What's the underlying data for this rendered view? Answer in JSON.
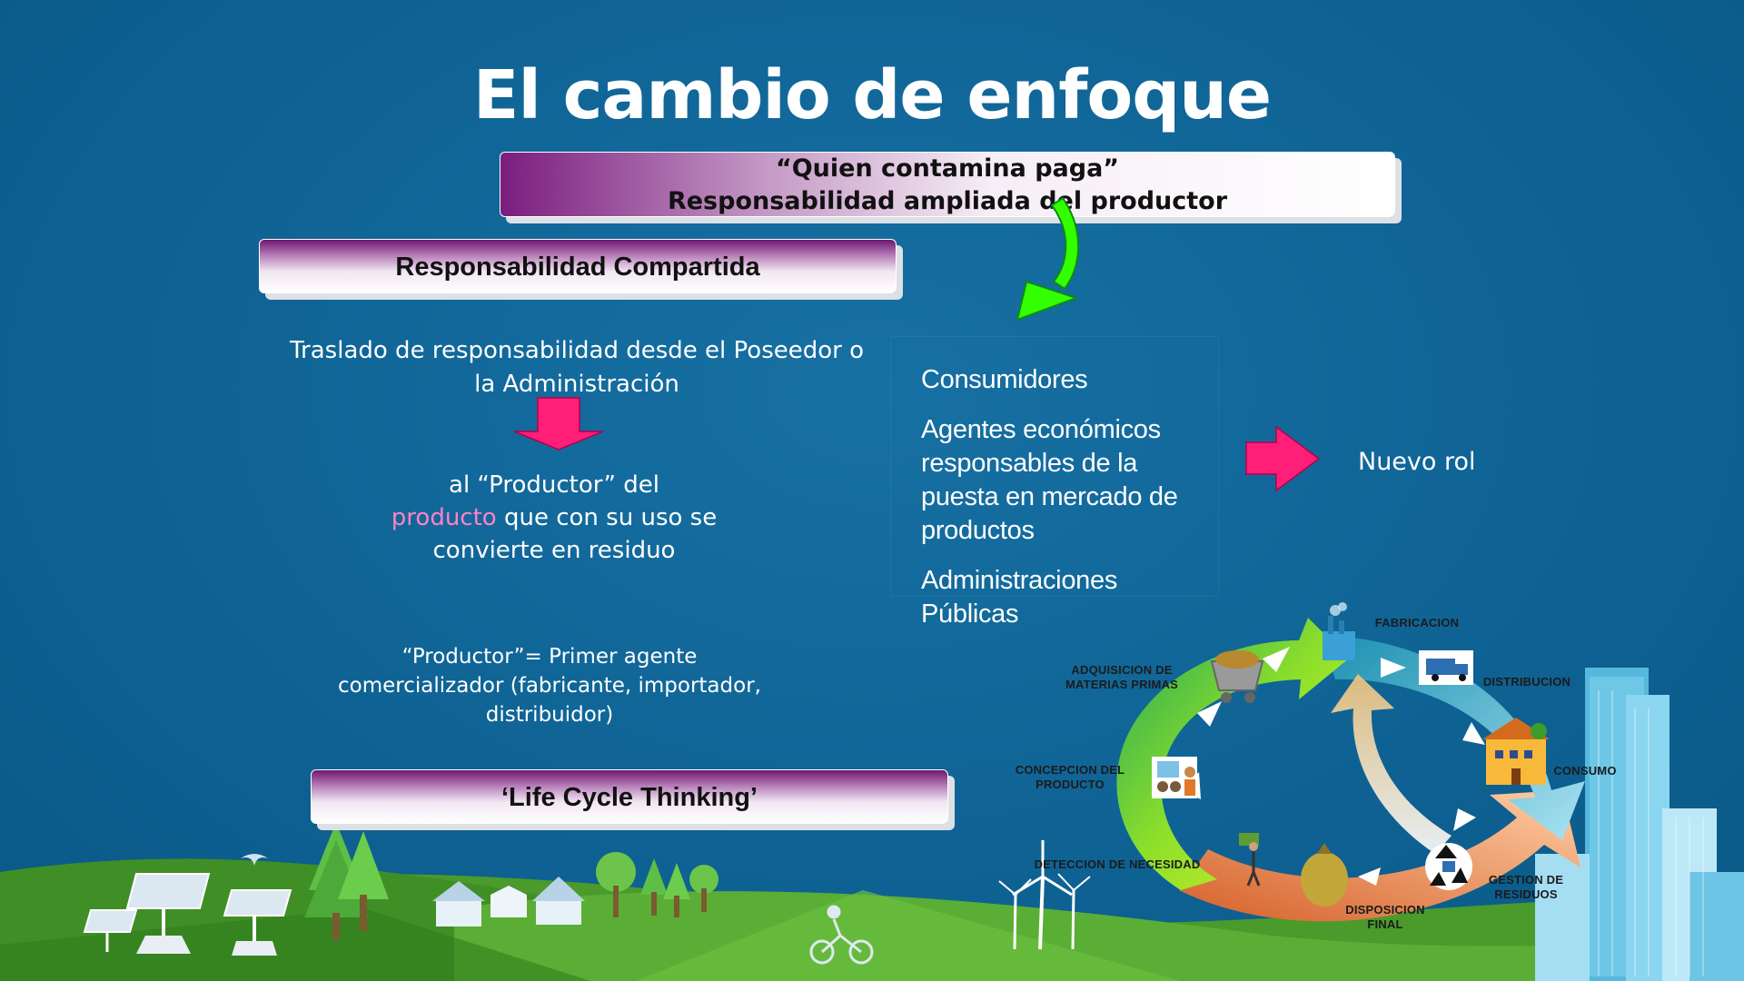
{
  "title": "El cambio de enfoque",
  "banner_top": {
    "line1": "“Quien contamina paga”",
    "line2": "Responsabilidad ampliada del productor"
  },
  "banner_compartida": "Responsabilidad Compartida",
  "traslado": "Traslado de responsabilidad desde el Poseedor o la Administración",
  "productor": {
    "part1": "al “Productor” del",
    "highlight": "producto",
    "part2": "que con su uso se convierte en residuo"
  },
  "definicion": "“Productor”= Primer agente comercializador (fabricante, importador, distribuidor)",
  "banner_lct": "‘Life Cycle Thinking’",
  "agents": [
    "Consumidores",
    "Agentes económicos responsables de la puesta en mercado de productos",
    "Administraciones Públicas"
  ],
  "nuevo_rol": "Nuevo rol",
  "cycle": {
    "fabricacion": "FABRICACION",
    "distribucion": "DISTRIBUCION",
    "consumo": "CONSUMO",
    "gestion": "GESTION DE RESIDUOS",
    "disposicion": "DISPOSICION FINAL",
    "deteccion": "DETECCION DE NECESIDAD",
    "concepcion": "CONCEPCION DEL PRODUCTO",
    "adquisicion": "ADQUISICION DE MATERIAS PRIMAS"
  },
  "colors": {
    "background": "#0f6596",
    "banner_purple": "#7b1d7e",
    "green_arrow": "#33ff00",
    "pink_arrow": "#ff1e78",
    "highlight_pink": "#ff82c6"
  }
}
